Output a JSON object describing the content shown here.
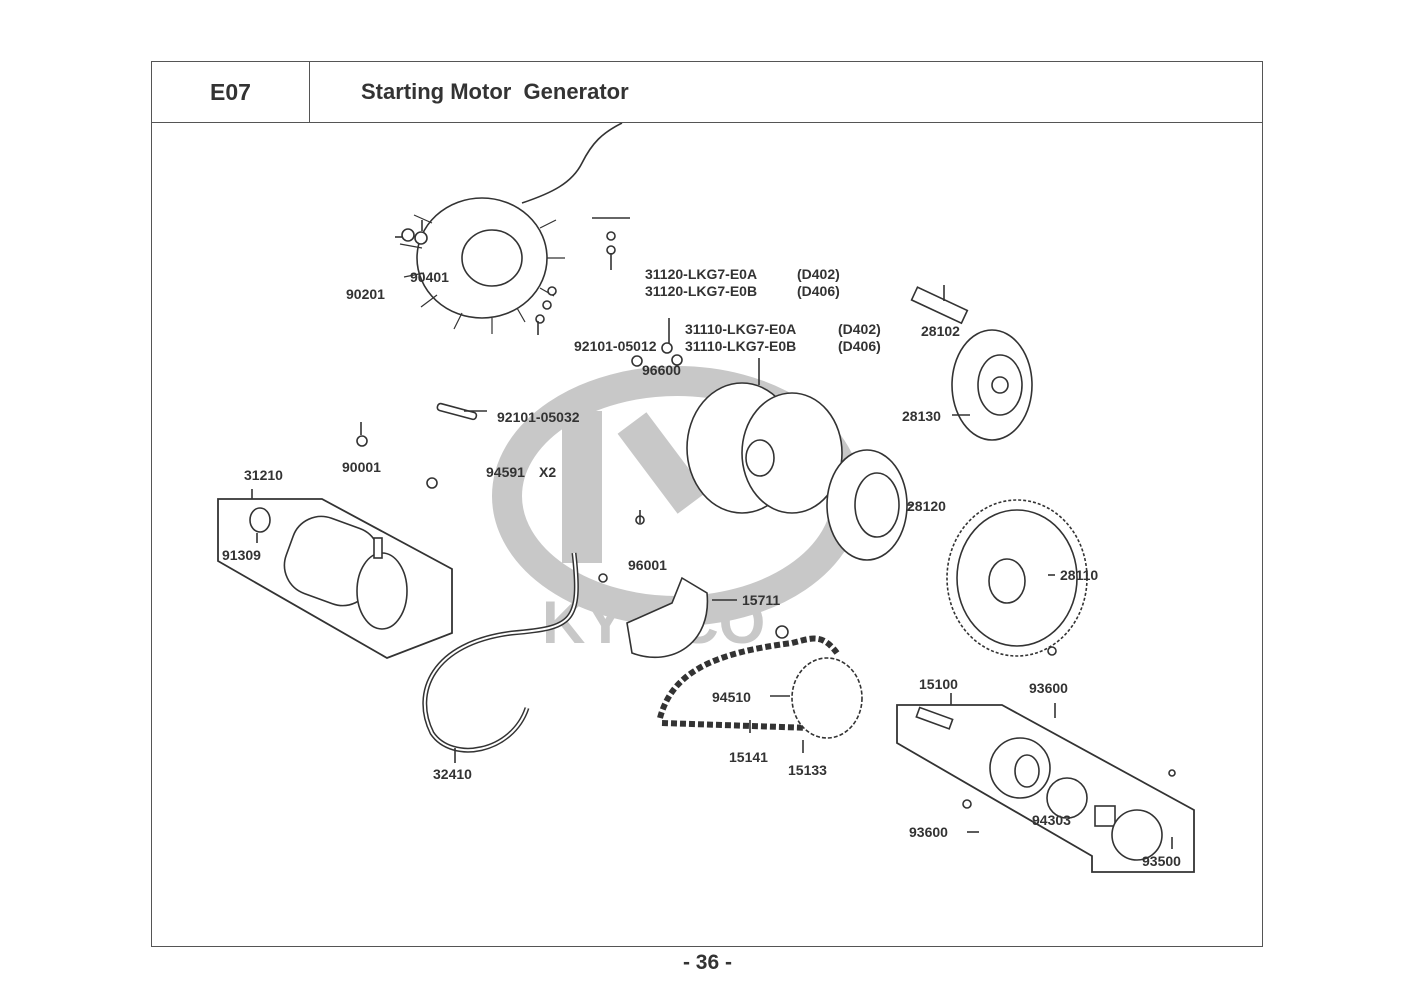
{
  "header": {
    "section_code": "E07",
    "title": "Starting Motor  Generator"
  },
  "watermark": {
    "brand": "KYMCO",
    "color": "#c8c8c8"
  },
  "parts": {
    "stator_a": "31120-LKG7-E0A",
    "stator_a_variant": "(D402)",
    "stator_b": "31120-LKG7-E0B",
    "stator_b_variant": "(D406)",
    "flywheel_a": "31110-LKG7-E0A",
    "flywheel_a_variant": "(D402)",
    "flywheel_b": "31110-LKG7-E0B",
    "flywheel_b_variant": "(D406)",
    "p90401": "90401",
    "p90201": "90201",
    "p92101_05012": "92101-05012",
    "p92101_05032": "92101-05032",
    "p96600": "96600",
    "p28102": "28102",
    "p28130": "28130",
    "p28120": "28120",
    "p28110": "28110",
    "p31210": "31210",
    "p91309": "91309",
    "p90001": "90001",
    "p94591": "94591",
    "p94591_qty": "X2",
    "p96001": "96001",
    "p15711": "15711",
    "p94510": "94510",
    "p15141": "15141",
    "p15133": "15133",
    "p32410": "32410",
    "p15100": "15100",
    "p93600_top": "93600",
    "p93600_bottom": "93600",
    "p94303": "94303",
    "p93500": "93500"
  },
  "footer": {
    "page_number": "- 36 -"
  }
}
